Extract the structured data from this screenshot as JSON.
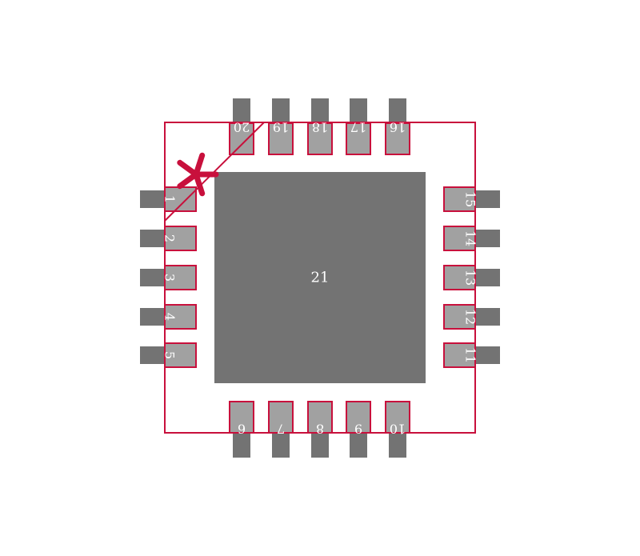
{
  "colors": {
    "background": "#ffffff",
    "body_fill": "#737373",
    "pad_fill": "#a1a1a1",
    "outline": "#c8103c",
    "text": "#ffffff"
  },
  "package": {
    "center_pad_label": "21",
    "pin1_marker": "*",
    "pins_left": [
      "1",
      "2",
      "3",
      "4",
      "5"
    ],
    "pins_bottom": [
      "6",
      "7",
      "8",
      "9",
      "10"
    ],
    "pins_right": [
      "11",
      "12",
      "13",
      "14",
      "15"
    ],
    "pins_top": [
      "16",
      "17",
      "18",
      "19",
      "20"
    ]
  }
}
